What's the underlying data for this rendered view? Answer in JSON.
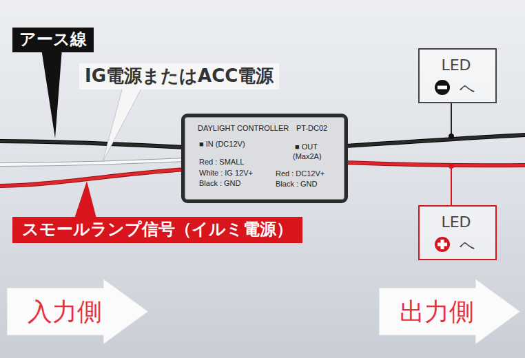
{
  "diagram": {
    "nodes": [
      {
        "text": [
          "アース線"
        ]
      },
      {
        "text": [
          "IG電源またはACC電源"
        ]
      },
      {
        "text": [
          "LED",
          "へ"
        ]
      },
      {
        "text": [
          "DAYLIGHT CONTROLLER",
          "PT-DC02",
          "■ IN (DC12V)",
          "Red : SMALL",
          "White : IG 12V+",
          "Black : GND",
          "■ OUT",
          "(Max2A)",
          "Red : DC12V+",
          "Black : GND"
        ]
      },
      {
        "text": [
          "スモールランプ信号（イルミ電源）"
        ]
      },
      {
        "text": [
          "LED",
          "へ"
        ]
      },
      {
        "text": [
          "入力側"
        ]
      },
      {
        "text": [
          "出力側"
        ]
      }
    ]
  }
}
